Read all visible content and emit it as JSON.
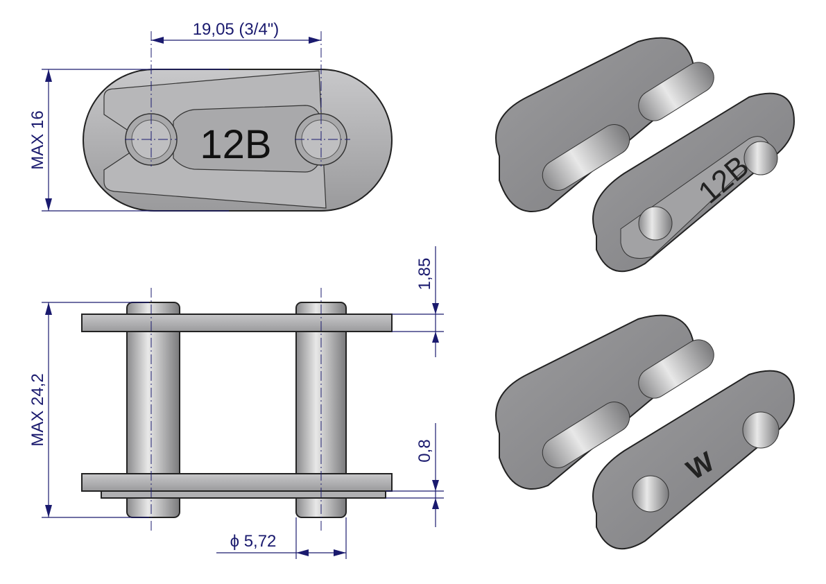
{
  "part_label": "12B",
  "logo_text": "W",
  "dimensions": {
    "pitch": "19,05  (3/4\")",
    "plate_height": "MAX 16",
    "plate_thickness": "1,85",
    "overall_width": "MAX 24,2",
    "spring_clip": "0,8",
    "pin_diameter": "ϕ 5,72"
  },
  "colors": {
    "dimension": "#1a1a6e",
    "metal": "#a9a9ab"
  }
}
